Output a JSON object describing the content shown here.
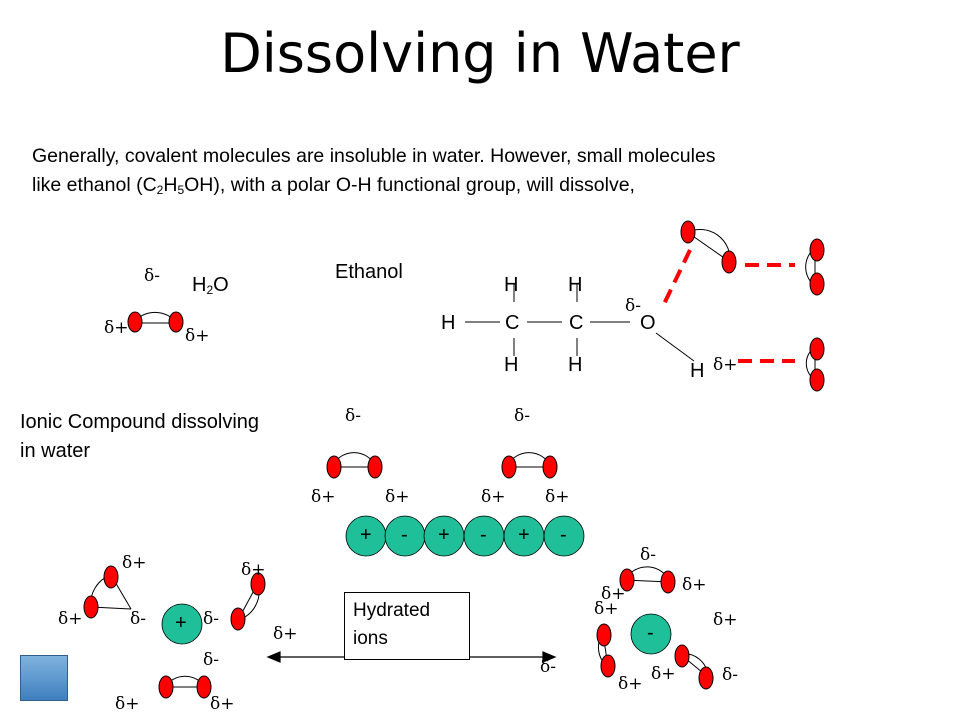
{
  "title": "Dissolving in Water",
  "intro": {
    "line1": "Generally, covalent molecules are insoluble in water. However, small molecules",
    "line2_prefix": "like ethanol (C",
    "sub_c": "2",
    "mid_h": "H",
    "sub_h": "5",
    "line2_suffix": "OH), with a polar O-H functional group, will dissolve,"
  },
  "water": {
    "h": "H",
    "sub": "2",
    "o": "O"
  },
  "labels": {
    "ethanol": "Ethanol",
    "ionic_line1": "Ionic Compound dissolving",
    "ionic_line2": "in water",
    "hydrated_line1": "Hydrated",
    "hydrated_line2": "ions"
  },
  "charges": {
    "delta_minus": "δ-",
    "delta_plus": "δ+",
    "plus": "+",
    "minus": "-"
  },
  "atoms": {
    "H": "H",
    "C": "C",
    "O": "O"
  },
  "lattice": [
    "+",
    "-",
    "+",
    "-",
    "+",
    "-"
  ],
  "colors": {
    "red": "#ff0000",
    "teal": "#1fbf9a",
    "bond_dash": "#ff0000"
  },
  "icons": {
    "home": "home-icon"
  }
}
